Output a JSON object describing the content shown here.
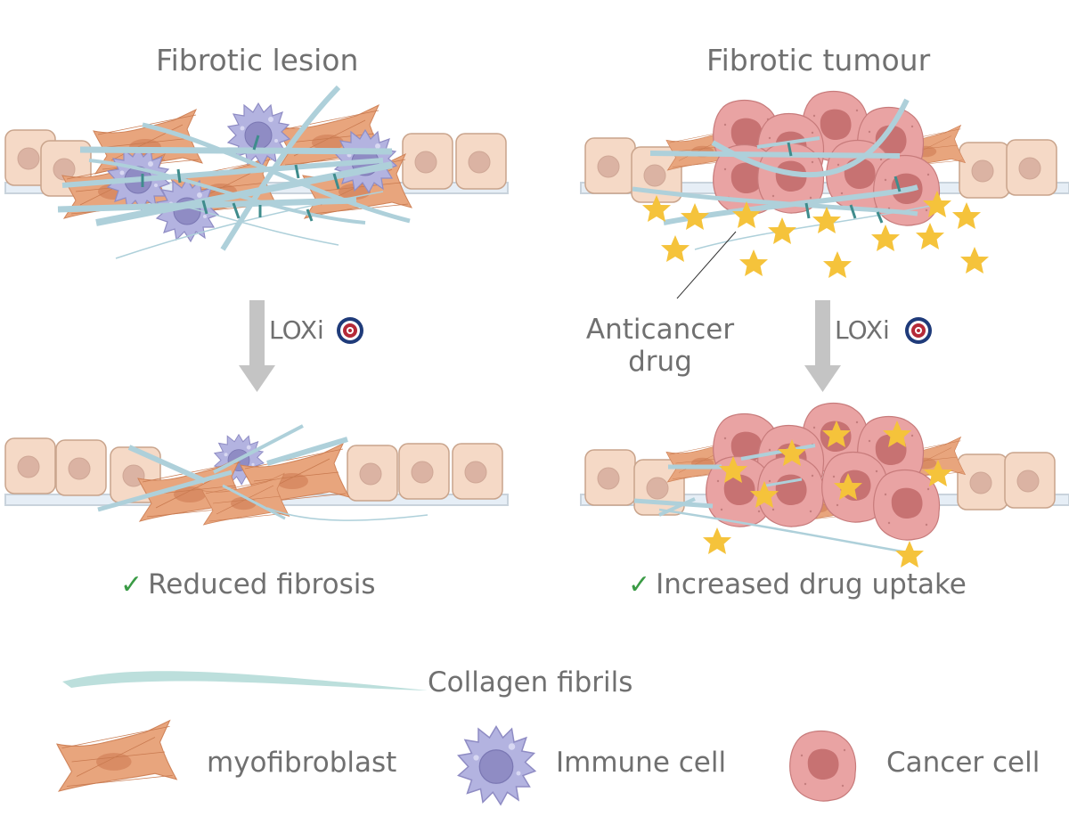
{
  "panels": {
    "left": {
      "title": "Fibrotic lesion",
      "treatment": "LOXi",
      "outcome": "Reduced fibrosis"
    },
    "right": {
      "title": "Fibrotic tumour",
      "treatment": "LOXi",
      "outcome": "Increased drug uptake",
      "drug_callout": [
        "Anticancer",
        "drug"
      ]
    }
  },
  "check_glyph": "✓",
  "legend": {
    "collagen": "Collagen fibrils",
    "myofibroblast": "myofibroblast",
    "immune": "Immune cell",
    "cancer": "Cancer cell"
  },
  "colors": {
    "text": "#707070",
    "check": "#3a9b45",
    "arrow": "#c4c4c4",
    "epithelial_fill": "#f5d9c6",
    "epithelial_stroke": "#c9a48c",
    "epithelial_nucleus": "#dbb3a3",
    "membrane": "#c9d3dc",
    "collagen": "#aed0da",
    "crosslink": "#3f8c8c",
    "myofibroblast": "#e8a57d",
    "immune": "#b3b3e0",
    "immune_nucleus": "#8f8cc4",
    "cancer": "#e9a3a3",
    "cancer_nucleus": "#c77272",
    "drug": "#f5c33b",
    "target_outer": "#1f3b7a",
    "target_inner": "#b52a38"
  }
}
